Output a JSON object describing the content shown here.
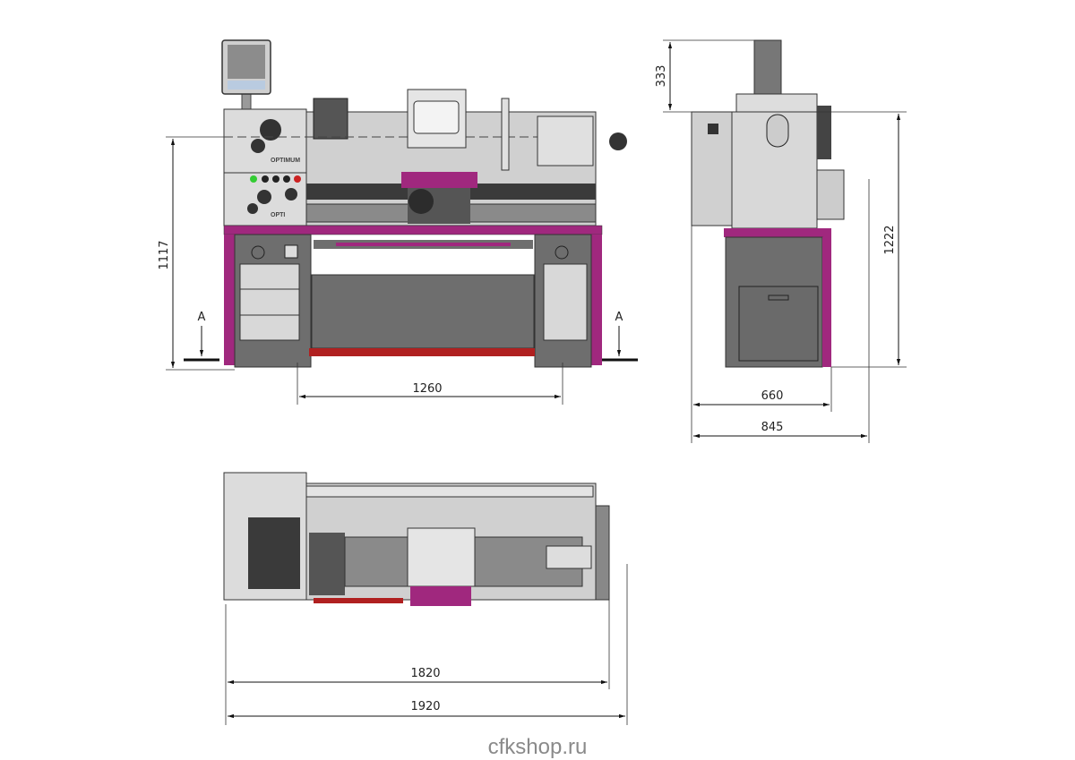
{
  "front_view": {
    "dim_height": "1117",
    "dim_foot_spacing": "1260",
    "section_mark_left": "A",
    "section_mark_right": "A",
    "logo_top": "OPTIMUM",
    "logo_bottom": "OPTI"
  },
  "side_view": {
    "dim_display_height": "333",
    "dim_total_height": "1222",
    "dim_stand_depth": "660",
    "dim_total_depth": "845"
  },
  "top_view": {
    "dim_length": "1820",
    "dim_total_length": "1920"
  },
  "watermark": "cfkshop.ru",
  "colors": {
    "accent": "#a0287e",
    "frame": "#6e6e6e",
    "panel": "#d8d8d8",
    "dark": "#3c3c3c",
    "red": "#b02020"
  }
}
